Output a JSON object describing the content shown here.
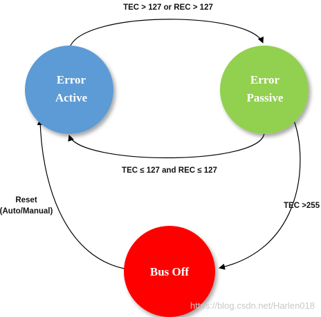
{
  "states": {
    "error_active": {
      "line1": "Error",
      "line2": "Active",
      "color": "#5b9bd5"
    },
    "error_passive": {
      "line1": "Error",
      "line2": "Passive",
      "color": "#92d050"
    },
    "bus_off": {
      "label": "Bus Off",
      "color": "#ff0000"
    }
  },
  "transitions": {
    "active_to_passive": "TEC > 127 or REC > 127",
    "passive_to_active": "TEC ≤ 127 and REC ≤ 127",
    "passive_to_busoff": "TEC >255",
    "busoff_to_active_line1": "Reset",
    "busoff_to_active_line2": "(Auto/Manual)"
  },
  "watermark": "https://blog.csdn.net/Harlen018"
}
